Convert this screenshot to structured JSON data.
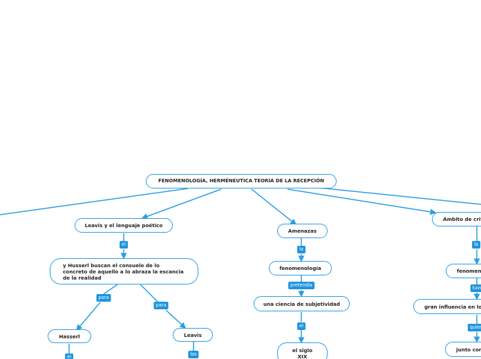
{
  "colors": {
    "line": "#2a9ee3",
    "label_bg": "#1f94dc",
    "node_border": "#2a9ee3"
  },
  "root": "FENOMENOLOGÍA, HERMÉNEUTICA TEORÍA DE LA RECEPCIÓN",
  "nodes": {
    "leavis_lenguaje": "Leavis y el lenguaje poético",
    "husserl_consuelo": "y Husserl buscan el consuelo de lo concreto de aquello a lo abraza la escancia de la realidad",
    "husserl": "Hasserl",
    "leavis": "Leavis",
    "amenazas": "Amenazas",
    "fenomenologia_mid": "fenomenología",
    "ciencia_subjetividad": "una ciencia de subjetividad",
    "siglo_line1": "el siglo",
    "siglo_line2": "XIX",
    "ambito": "Ámbito de crit",
    "fenomen_right": "fenomen",
    "gran_influencia": "gran influencia en los",
    "junto": "junto con"
  },
  "labels": {
    "el_left": "el",
    "para_1": "para",
    "para_2": "para",
    "el_husserl": "el",
    "las_leavis": "las",
    "la_mid": "la",
    "pretendia": "pretendía",
    "el_mid": "el",
    "la_right": "la",
    "tuvo": "tuvo",
    "quien": "quien"
  }
}
